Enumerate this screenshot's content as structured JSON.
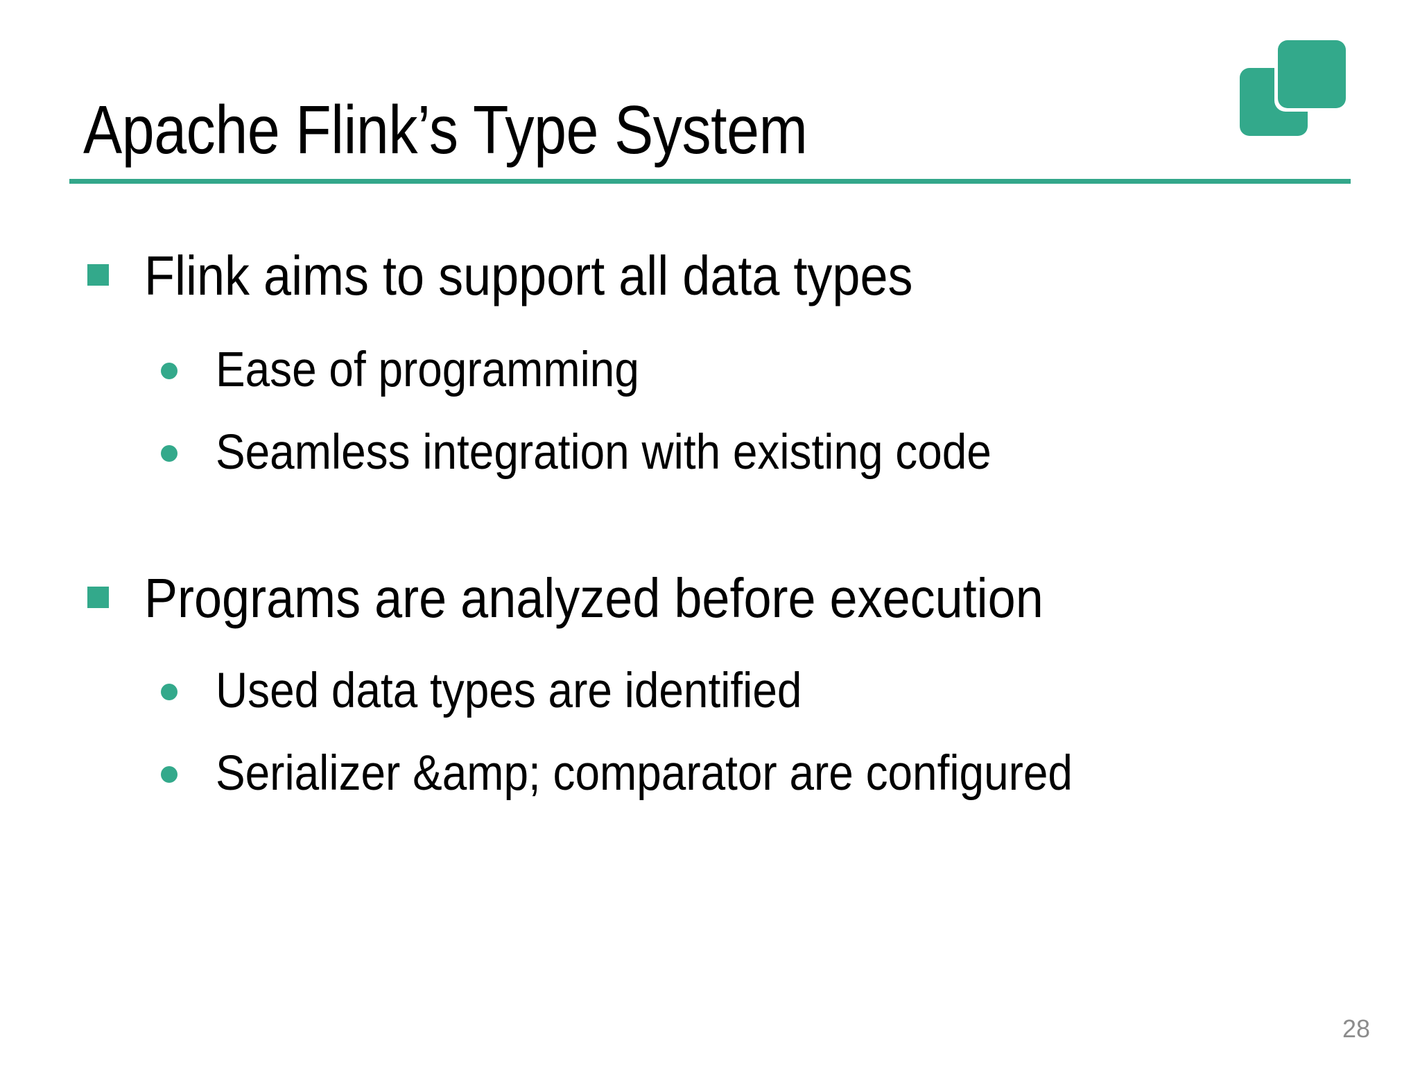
{
  "slide": {
    "title": "Apache Flink’s Type System",
    "page_number": "28",
    "accent_color": "#33A98B",
    "text_color": "#000000",
    "page_number_color": "#8C8C8C",
    "background_color": "#FFFFFF"
  },
  "logo": {
    "name": "data-artisans-logo",
    "shape": "two-overlapping-rounded-squares",
    "color": "#33A98B"
  },
  "bullets": [
    {
      "level": 1,
      "marker": "square",
      "text": "Flink aims to support all data types"
    },
    {
      "level": 2,
      "marker": "disc",
      "text": "Ease of programming"
    },
    {
      "level": 2,
      "marker": "disc",
      "text": "Seamless integration with existing code"
    },
    {
      "level": 1,
      "marker": "square",
      "text": "Programs are analyzed before execution"
    },
    {
      "level": 2,
      "marker": "disc",
      "text": "Used data types are identified"
    },
    {
      "level": 2,
      "marker": "disc",
      "text": "Serializer &amp; comparator are configured"
    }
  ]
}
